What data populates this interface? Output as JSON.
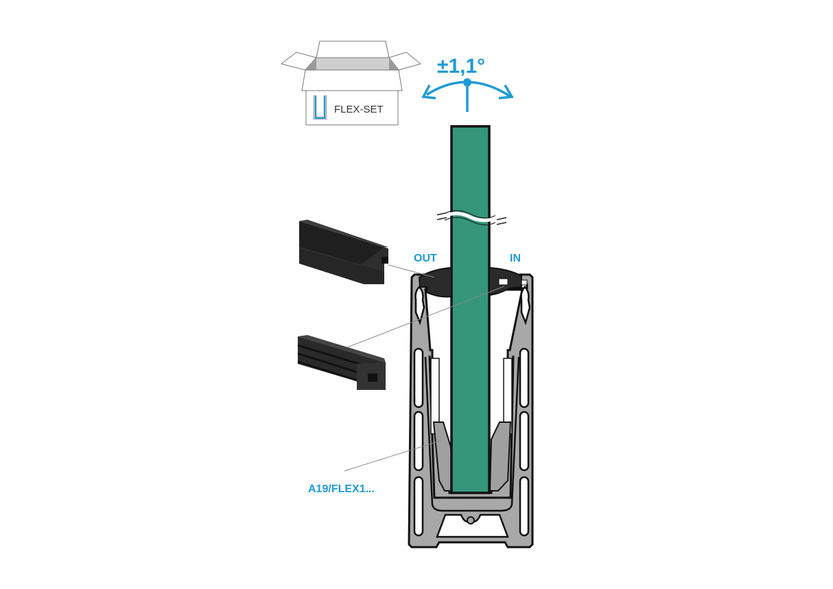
{
  "diagram": {
    "type": "technical-cross-section",
    "colors": {
      "accent_blue": "#1e9ad6",
      "glass_green": "#35967a",
      "profile_gray": "#a8a8a8",
      "gasket_black": "#2a2a2a",
      "outline": "#111111",
      "box_fill": "#ffffff",
      "box_inner": "#cfcfcf"
    },
    "package": {
      "label": "FLEX-SET"
    },
    "tilt": {
      "label": "±1,1°"
    },
    "labels": {
      "out": "OUT",
      "in": "IN",
      "part_code": "A19/FLEX1..."
    },
    "components": [
      {
        "name": "outer-gasket-profile",
        "description": "Black rubber profile (OUT side)"
      },
      {
        "name": "inner-gasket-profile",
        "description": "Black ribbed rubber profile (IN side)"
      },
      {
        "name": "glass-panel",
        "description": "Green glass panel"
      },
      {
        "name": "aluminum-base-profile",
        "description": "Gray aluminum base channel"
      },
      {
        "name": "flex-insert",
        "description": "A19/FLEX1... insert"
      }
    ]
  }
}
